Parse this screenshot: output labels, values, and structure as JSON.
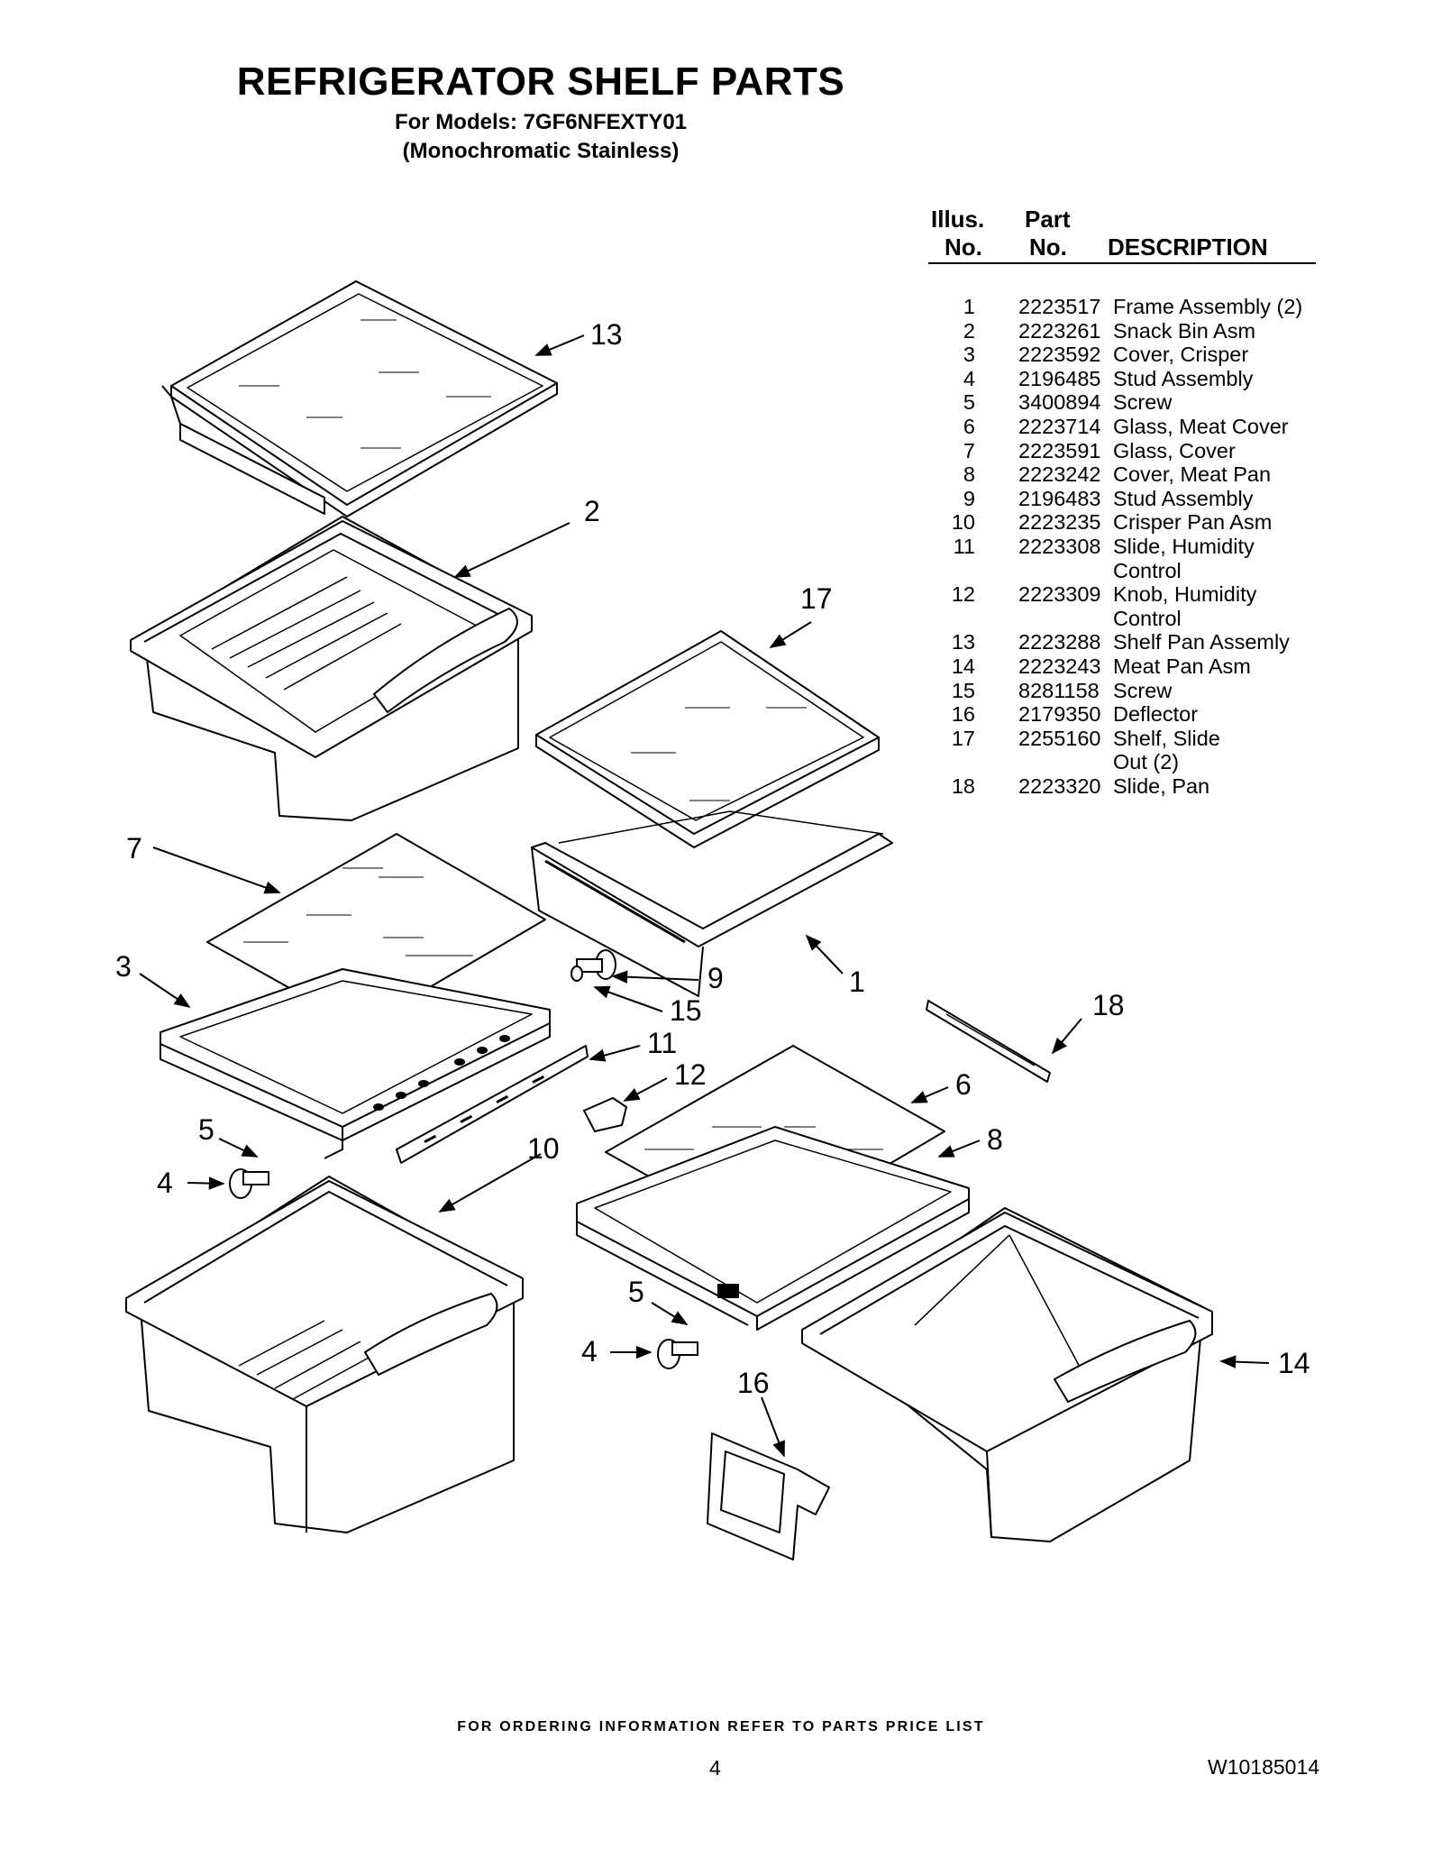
{
  "title": "REFRIGERATOR SHELF PARTS",
  "subtitle_line1": "For Models: 7GF6NFEXTY01",
  "subtitle_line2": "(Monochromatic Stainless)",
  "table_headers": {
    "illus_line1": "Illus.",
    "illus_line2": "No.",
    "part_line1": "Part",
    "part_line2": "No.",
    "description": "DESCRIPTION"
  },
  "parts": [
    {
      "illus": "1",
      "part_no": "2223517",
      "description": "Frame Assembly (2)"
    },
    {
      "illus": "2",
      "part_no": "2223261",
      "description": "Snack Bin Asm"
    },
    {
      "illus": "3",
      "part_no": "2223592",
      "description": "Cover, Crisper"
    },
    {
      "illus": "4",
      "part_no": "2196485",
      "description": "Stud Assembly"
    },
    {
      "illus": "5",
      "part_no": "3400894",
      "description": "Screw"
    },
    {
      "illus": "6",
      "part_no": "2223714",
      "description": "Glass, Meat Cover"
    },
    {
      "illus": "7",
      "part_no": "2223591",
      "description": "Glass, Cover"
    },
    {
      "illus": "8",
      "part_no": "2223242",
      "description": "Cover, Meat Pan"
    },
    {
      "illus": "9",
      "part_no": "2196483",
      "description": "Stud Assembly"
    },
    {
      "illus": "10",
      "part_no": "2223235",
      "description": "Crisper Pan Asm"
    },
    {
      "illus": "11",
      "part_no": "2223308",
      "description": "Slide, Humidity",
      "description_cont": "Control"
    },
    {
      "illus": "12",
      "part_no": "2223309",
      "description": "Knob, Humidity",
      "description_cont": "Control"
    },
    {
      "illus": "13",
      "part_no": "2223288",
      "description": "Shelf Pan Assemly"
    },
    {
      "illus": "14",
      "part_no": "2223243",
      "description": "Meat Pan Asm"
    },
    {
      "illus": "15",
      "part_no": "8281158",
      "description": "Screw"
    },
    {
      "illus": "16",
      "part_no": "2179350",
      "description": "Deflector"
    },
    {
      "illus": "17",
      "part_no": "2255160",
      "description": "Shelf, Slide",
      "description_cont": "Out (2)"
    },
    {
      "illus": "18",
      "part_no": "2223320",
      "description": "Slide, Pan"
    }
  ],
  "callouts": [
    "13",
    "2",
    "17",
    "7",
    "3",
    "9",
    "1",
    "15",
    "11",
    "18",
    "12",
    "6",
    "5",
    "8",
    "10",
    "4",
    "5",
    "4",
    "16",
    "14"
  ],
  "footer": "FOR ORDERING INFORMATION REFER TO PARTS PRICE LIST",
  "page_number": "4",
  "document_number": "W10185014"
}
